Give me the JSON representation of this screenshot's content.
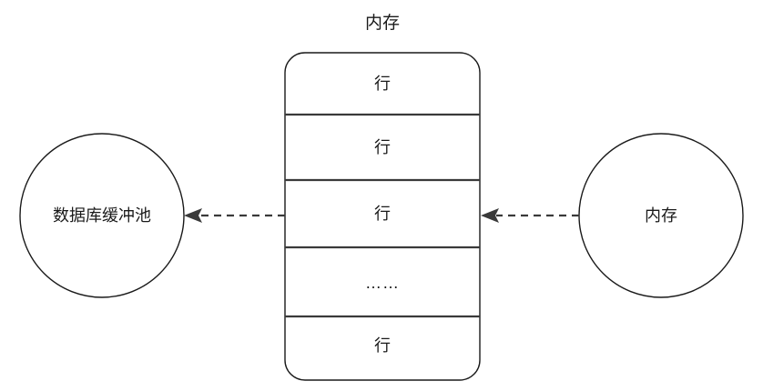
{
  "diagram": {
    "title": "内存",
    "background_color": "#ffffff",
    "stroke_color": "#1a1a1a",
    "line_color": "#3a3a3a",
    "text_color": "#1a1a1a",
    "table": {
      "label": "内存",
      "rows": [
        {
          "label": "行"
        },
        {
          "label": "行"
        },
        {
          "label": "行"
        },
        {
          "label": "……"
        },
        {
          "label": "行"
        }
      ]
    },
    "nodes": [
      {
        "id": "buffer-pool",
        "label": "数据库缓冲池",
        "shape": "circle"
      },
      {
        "id": "memory",
        "label": "内存",
        "shape": "circle"
      }
    ],
    "connectors": [
      {
        "id": "table-to-buffer-pool",
        "style": "dashed",
        "direction": "left",
        "arrowhead": "filled-triangle"
      },
      {
        "id": "memory-to-table",
        "style": "dashed",
        "direction": "left",
        "arrowhead": "filled-triangle"
      }
    ]
  }
}
